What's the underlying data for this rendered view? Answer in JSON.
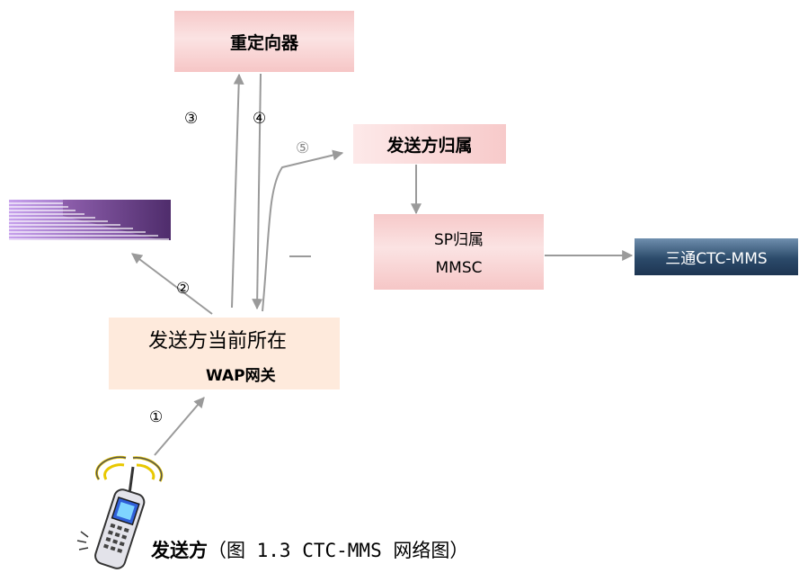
{
  "nodes": {
    "redirector": "重定向器",
    "sender_home": "发送方归属",
    "sp_home_line1": "SP归属",
    "sp_home_line2": "MMSC",
    "gateway_line1": "发送方当前所在",
    "gateway_line2": "WAP网关",
    "third_party": "三通CTC-MMS"
  },
  "steps": {
    "s1": "①",
    "s2": "②",
    "s3": "③",
    "s4": "④",
    "s5": "⑤"
  },
  "caption": {
    "bold": "发送方",
    "rest": "（图 1.3 CTC-MMS 网络图）"
  },
  "colors": {
    "arrow": "#9a9a9a",
    "box_pink": "#f6c9c9",
    "box_peach": "#feeadc",
    "box_navy": "#2b4a6a",
    "stripe_purple": "#b48ad8"
  }
}
